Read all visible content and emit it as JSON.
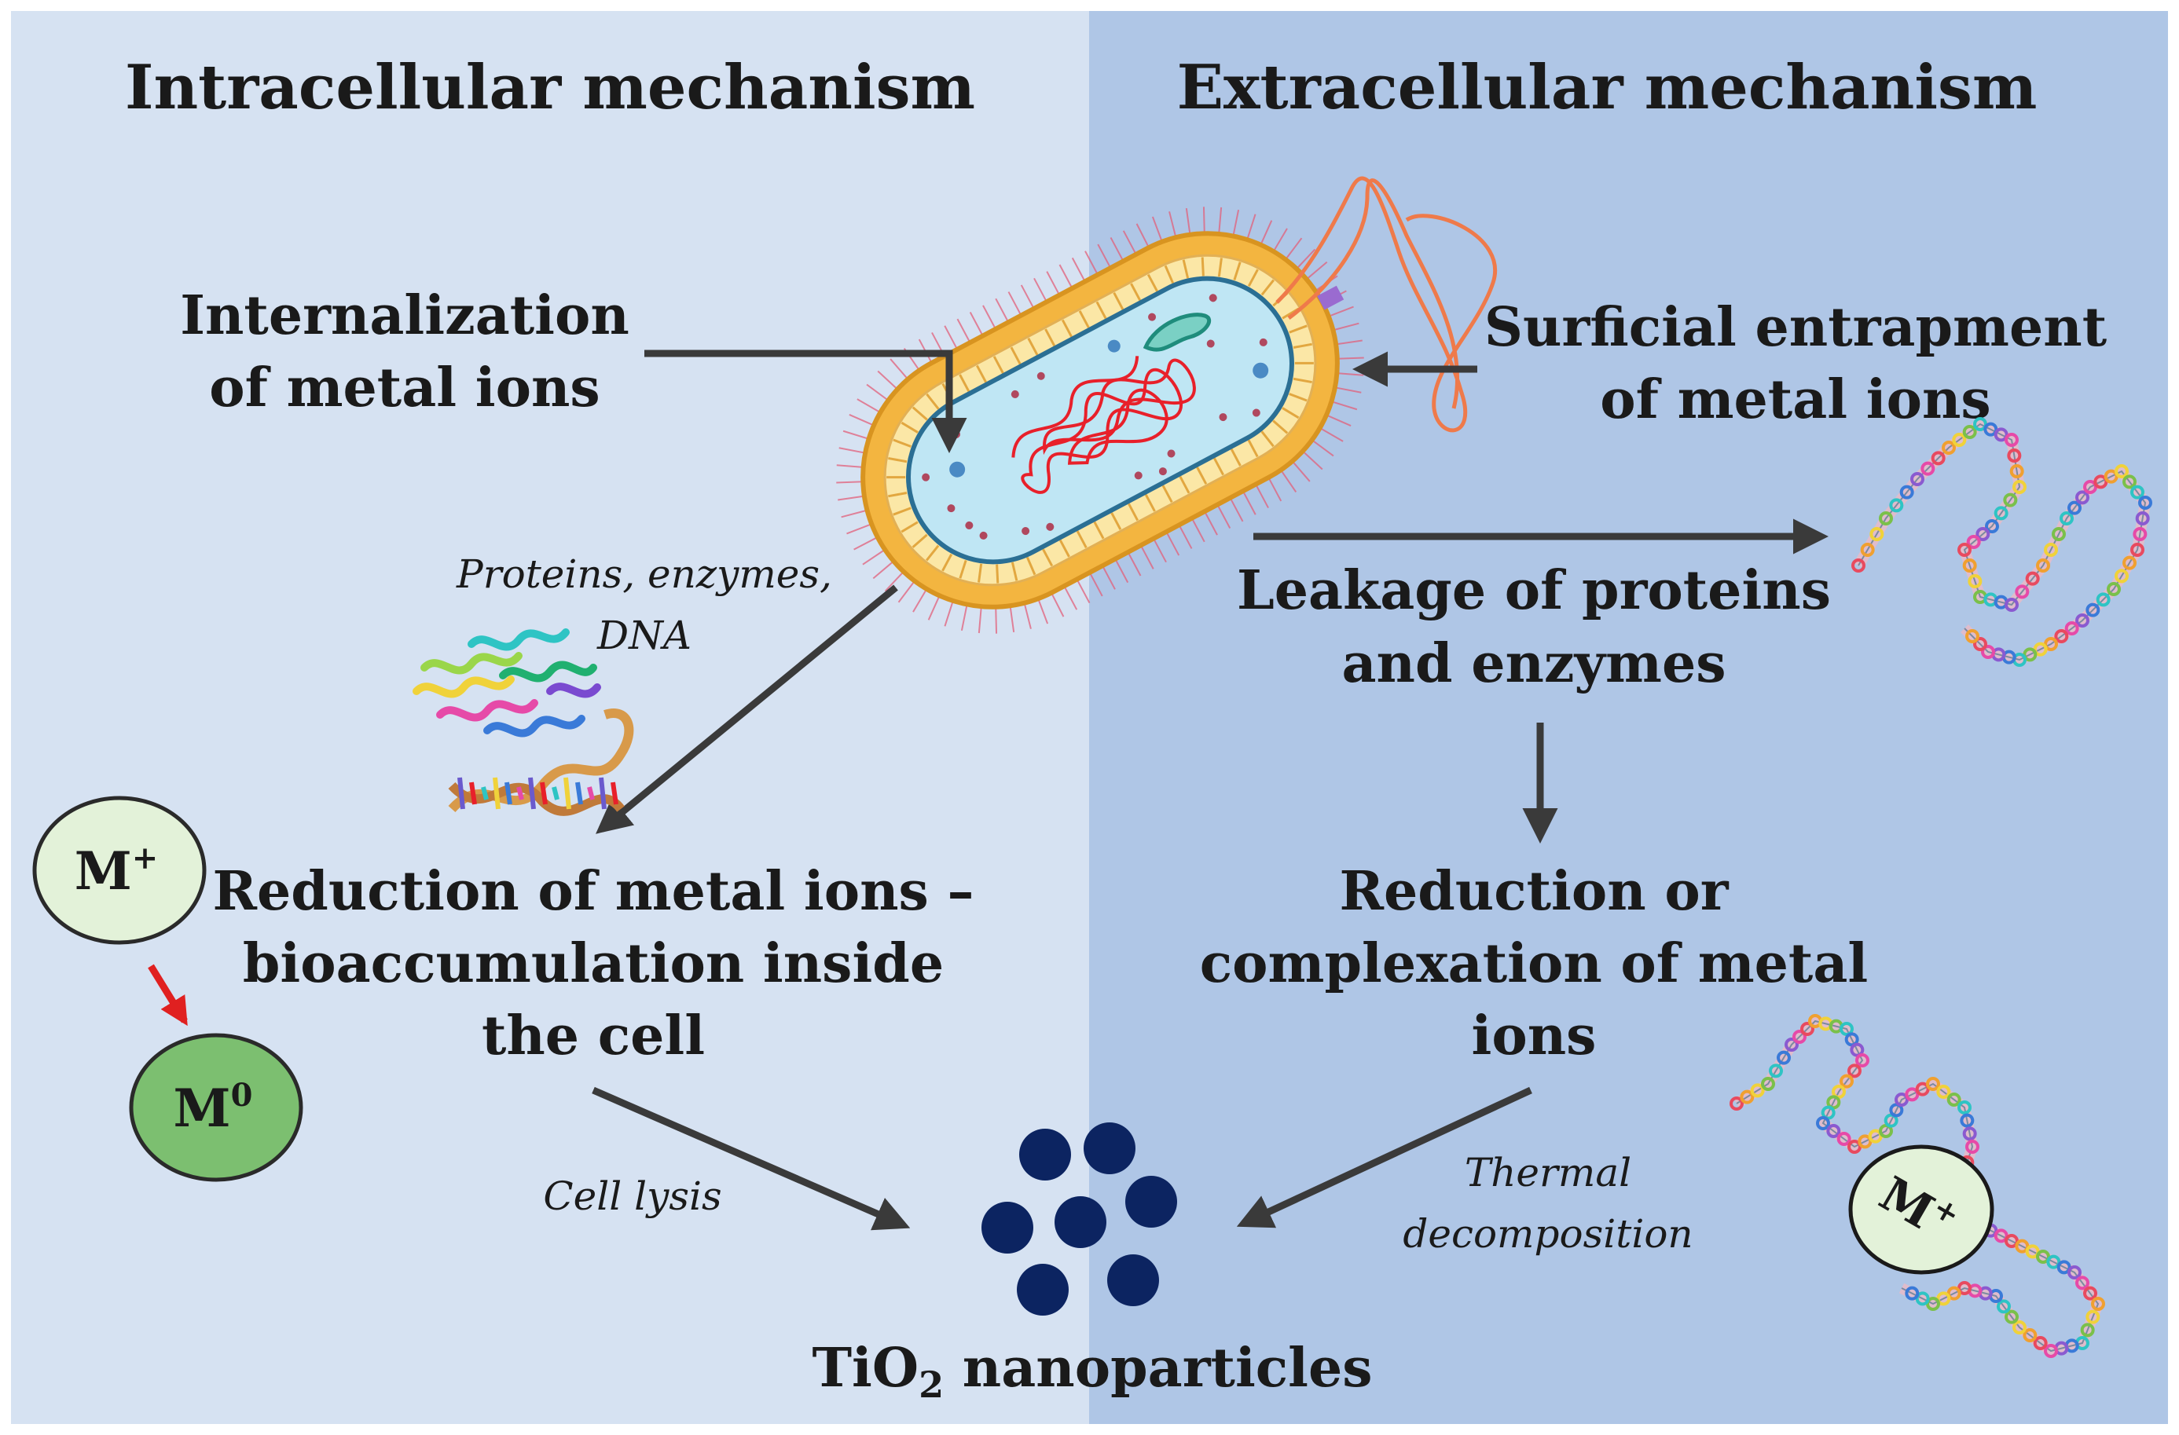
{
  "colors": {
    "left_panel": "#d6e2f2",
    "right_panel": "#afc6e6",
    "arrow": "#3a3a3a",
    "nanoparticle": "#0c2461",
    "m_plus_circle": "#e3f2d9",
    "m_zero_circle": "#7cbf70",
    "red_arrow": "#e02020",
    "cell_wall": "#f3b540",
    "cytoplasm": "#bfe6f4",
    "dna": "#e8202a",
    "flagellum": "#ef7a4a"
  },
  "titles": {
    "intracellular": "Intracellular mechanism",
    "extracellular": "Extracellular mechanism"
  },
  "labels": {
    "internalization_l1": "Internalization",
    "internalization_l2": "of metal ions",
    "surficial_l1": "Surficial entrapment",
    "surficial_l2": "of metal ions",
    "proteins_l1": "Proteins, enzymes,",
    "proteins_l2": "DNA",
    "leakage_l1": "Leakage of proteins",
    "leakage_l2": "and enzymes",
    "reduction_in_l1": "Reduction of metal ions –",
    "reduction_in_l2": "bioaccumulation inside",
    "reduction_in_l3": "the cell",
    "reduction_ex_l1": "Reduction or",
    "reduction_ex_l2": "complexation of metal",
    "reduction_ex_l3": "ions",
    "cell_lysis": "Cell lysis",
    "thermal_l1": "Thermal",
    "thermal_l2": "decomposition",
    "tio2_prefix": "TiO",
    "tio2_sub": "2",
    "tio2_suffix": " nanoparticles"
  },
  "ions": {
    "m_plus_base": "M",
    "m_plus_sup": "+",
    "m_zero_base": "M",
    "m_zero_sup": "0",
    "m_plus_chain_base": "M",
    "m_plus_chain_sup": "+"
  },
  "icons": {
    "bacterium": "bacterium-cell-icon",
    "protein_structure": "protein-structure-icon",
    "dna_helix": "dna-helix-icon",
    "peptide_chain": "peptide-chain-icon",
    "nanoparticle_cluster": "nanoparticle-cluster-icon"
  }
}
